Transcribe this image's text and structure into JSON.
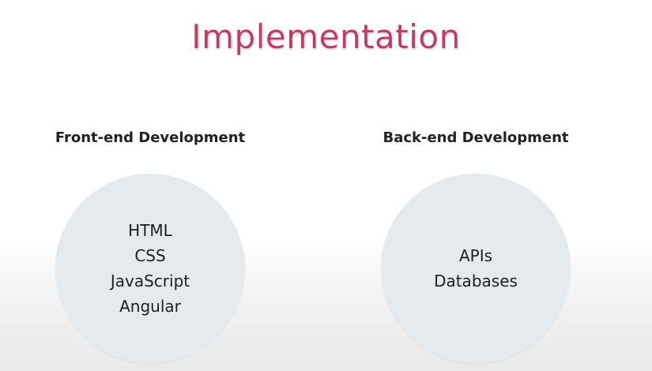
{
  "title": "Implementation",
  "columns": [
    {
      "heading": "Front-end Development",
      "items": [
        "HTML",
        "CSS",
        "JavaScript",
        "Angular"
      ]
    },
    {
      "heading": "Back-end Development",
      "items": [
        "APIs",
        "Databases"
      ]
    }
  ],
  "colors": {
    "title": "#d0355b",
    "circle": "#e4eaee"
  }
}
